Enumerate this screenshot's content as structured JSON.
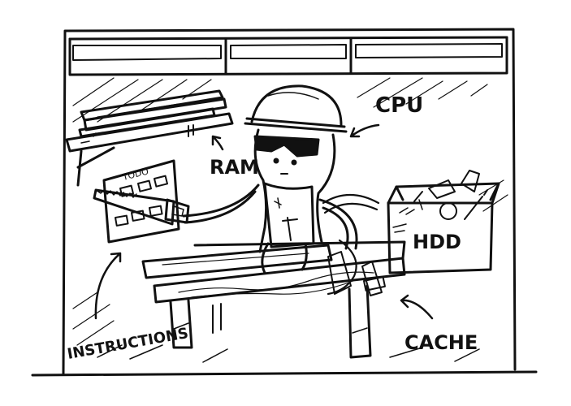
{
  "labels": {
    "cpu": "CPU",
    "ram": "RAM",
    "hdd": "HDD",
    "cache": "CACHE",
    "instructions": "INSTRUCTIONS",
    "todo": "TODO"
  }
}
